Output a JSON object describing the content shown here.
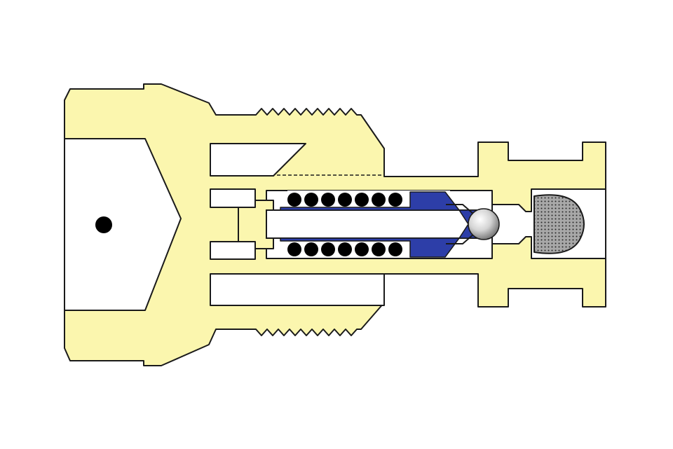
{
  "diagram": {
    "type": "cross-section",
    "colors": {
      "background": "#ffffff",
      "body": "#fbf6ae",
      "outline": "#1a1a1a",
      "seal": "#2d3ea8",
      "coil": "#000000",
      "port_dot": "#000000",
      "ball_light": "#ffffff",
      "ball_dark": "#8a8a8a",
      "screen": "#9a9a9a",
      "screen_dots": "#2a2a2a"
    },
    "parts": [
      {
        "name": "valve-body",
        "kind": "housing"
      },
      {
        "name": "inlet-port",
        "kind": "cavity"
      },
      {
        "name": "male-thread",
        "kind": "thread"
      },
      {
        "name": "poppet-stem",
        "kind": "stem"
      },
      {
        "name": "spring",
        "kind": "coil-spring"
      },
      {
        "name": "seal",
        "kind": "seal"
      },
      {
        "name": "check-ball",
        "kind": "ball"
      },
      {
        "name": "filter-screen",
        "kind": "screen"
      }
    ]
  }
}
